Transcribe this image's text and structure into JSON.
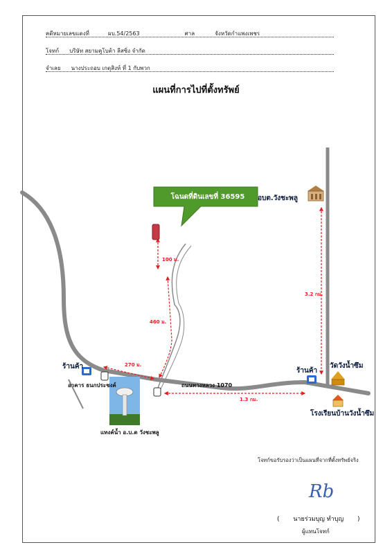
{
  "header": {
    "case_label": "คดีหมายเลขแดงที่",
    "case_no": "ผบ.54/2563",
    "court_label": "ศาล",
    "court": "จังหวัดกำแพงเพชร",
    "plaintiff_label": "โจทก์",
    "plaintiff": "บริษัท สยามคูโบต้า ลีสซิ่ง จำกัด",
    "defendant_label": "จำเลย",
    "defendant": "นางประถอบ เกตุสิงห์ ที่ 1 กับพวก"
  },
  "map": {
    "title": "แผนที่การไปที่ตั้งทรัพย์",
    "deed_callout": "โฉนดที่ดินเลขที่ 36595",
    "places": {
      "sao_office": "อบต.วังชะพลู",
      "temple": "วัดวังน้ำซึม",
      "school": "โรงเรียนบ้านวังน้ำซึม",
      "shop_left": "ร้านค้า",
      "shop_right": "ร้านค้า",
      "bank_building": "อาคาร ธนกประชงค์",
      "water_tower": "แทงค์น้ำ อ.บ.ต วังชะพลู",
      "highway": "ถนนทางหลวง 1070"
    },
    "distances": {
      "d100": "100 ม.",
      "d460": "460 ม.",
      "d270": "270 ม.",
      "d32": "3.2 กม.",
      "d13": "1.3 กม."
    },
    "colors": {
      "road": "#8a8a8a",
      "route": "#e02020",
      "callout": "#4f9a2a",
      "marker": "#c23a45"
    }
  },
  "footer": {
    "certification": "โจทก์ขอรับรองว่าเป็นแผนที่จากที่ตั้งทรัพย์จริง",
    "signature": "Rb",
    "signer_open": "(",
    "signer_name": "นายร่วมบุญ  ทำบุญ",
    "signer_close": ")",
    "signer_role": "ผู้แทนโจทก์"
  }
}
